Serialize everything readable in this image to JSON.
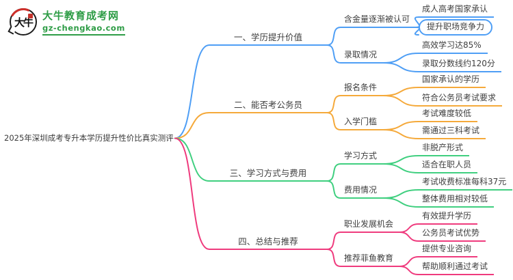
{
  "logo": {
    "icon_text": "大牛",
    "site_name": "大牛教育成考网",
    "site_url": "gz-chengkao.com",
    "brand_color": "#2d9c45"
  },
  "root": {
    "label": "2025年深圳成考专升本学历提升性价比真实测评"
  },
  "branches": [
    {
      "label": "一、学历提升价值",
      "color": "#4e9ef5",
      "children": [
        {
          "label": "含金量逐渐被认可",
          "children": [
            {
              "label": "成人高考国家承认"
            },
            {
              "label": "提升职场竞争力",
              "highlighted": true
            }
          ]
        },
        {
          "label": "录取情况",
          "children": [
            {
              "label": "高效学习达85%"
            },
            {
              "label": "录取分数线约120分"
            }
          ]
        }
      ]
    },
    {
      "label": "二、能否考公务员",
      "color": "#f5a93a",
      "children": [
        {
          "label": "报名条件",
          "children": [
            {
              "label": "国家承认的学历"
            },
            {
              "label": "符合公务员考试要求"
            }
          ]
        },
        {
          "label": "入学门槛",
          "children": [
            {
              "label": "考试难度较低"
            },
            {
              "label": "需通过三科考试"
            }
          ]
        }
      ]
    },
    {
      "label": "三、学习方式与费用",
      "color": "#3fcf7f",
      "children": [
        {
          "label": "学习方式",
          "children": [
            {
              "label": "非脱产形式"
            },
            {
              "label": "适合在职人员"
            }
          ]
        },
        {
          "label": "费用情况",
          "children": [
            {
              "label": "考试收费标准每科37元"
            },
            {
              "label": "整体费用相对较低"
            }
          ]
        }
      ]
    },
    {
      "label": "四、总结与推荐",
      "color": "#ef3a7d",
      "children": [
        {
          "label": "职业发展机会",
          "children": [
            {
              "label": "有效提升学历"
            },
            {
              "label": "公务员考试优势"
            }
          ]
        },
        {
          "label": "推荐菲鱼教育",
          "children": [
            {
              "label": "提供专业咨询"
            },
            {
              "label": "帮助顺利通过考试"
            }
          ]
        }
      ]
    }
  ]
}
